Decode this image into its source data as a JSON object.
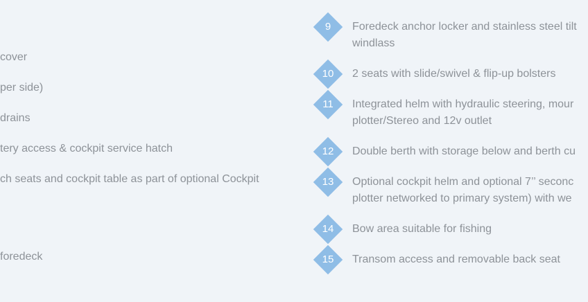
{
  "left_column": [
    "cover",
    "per side)",
    "drains",
    "tery access & cockpit service hatch",
    "ch seats and cockpit table as part of optional Cockpit",
    "foredeck"
  ],
  "features": [
    {
      "number": "9",
      "line1": "Foredeck anchor locker and stainless steel tilt",
      "line2": "windlass"
    },
    {
      "number": "10",
      "line1": "2 seats with slide/swivel & flip-up bolsters",
      "line2": ""
    },
    {
      "number": "11",
      "line1": "Integrated helm with hydraulic steering, mour",
      "line2": "plotter/Stereo and 12v outlet"
    },
    {
      "number": "12",
      "line1": "Double berth with storage below and berth cu",
      "line2": ""
    },
    {
      "number": "13",
      "line1": "Optional cockpit helm and optional 7’’ seconc",
      "line2": "plotter networked to primary system) with we"
    },
    {
      "number": "14",
      "line1": "Bow area suitable for fishing",
      "line2": ""
    },
    {
      "number": "15",
      "line1": "Transom access and removable back seat",
      "line2": ""
    }
  ],
  "colors": {
    "background": "#f0f4f8",
    "badge": "#8fbde6",
    "text": "#8d9298"
  }
}
